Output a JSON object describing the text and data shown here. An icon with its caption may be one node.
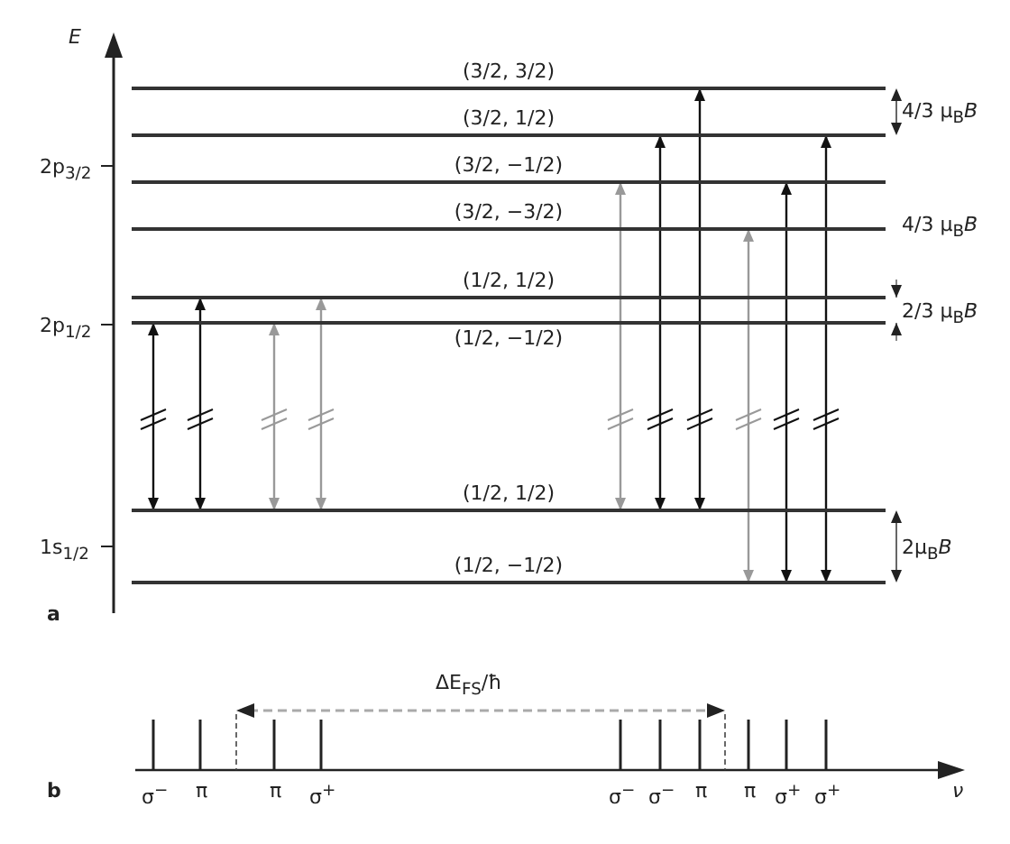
{
  "diagram": {
    "nodes": [
      {
        "text": [
          "(3/2, 3/2)"
        ]
      },
      {
        "text": [
          "(3/2, 1/2)"
        ]
      },
      {
        "text": [
          "(3/2, −1/2)"
        ]
      },
      {
        "text": [
          "(3/2, −3/2)"
        ]
      },
      {
        "text": [
          "(1/2, 1/2)"
        ]
      },
      {
        "text": [
          "(1/2, −1/2)"
        ]
      },
      {
        "text": [
          "(1/2, 1/2)"
        ]
      },
      {
        "text": [
          "(1/2, −1/2)"
        ]
      }
    ],
    "edges": [
      {
        "from": 5,
        "to": 6,
        "arrow": "both"
      },
      {
        "from": 4,
        "to": 6,
        "arrow": "both"
      },
      {
        "from": 5,
        "to": 6,
        "arrow": "both",
        "color": "#999999"
      },
      {
        "from": 4,
        "to": 6,
        "arrow": "both",
        "color": "#999999"
      },
      {
        "from": 2,
        "to": 6,
        "arrow": "both",
        "color": "#999999"
      },
      {
        "from": 1,
        "to": 6,
        "arrow": "both"
      },
      {
        "from": 0,
        "to": 6,
        "arrow": "both"
      },
      {
        "from": 3,
        "to": 7,
        "arrow": "both",
        "color": "#999999"
      },
      {
        "from": 2,
        "to": 7,
        "arrow": "both"
      },
      {
        "from": 1,
        "to": 7,
        "arrow": "both"
      }
    ],
    "labels": [
      "E",
      "2p$_{3/2}$",
      "4/3 μ$_{B}$*B*",
      "4/3 μ$_{B}$*B*",
      "2p$_{1/2}$",
      "2/3 μ$_{B}$*B*",
      "1s$_{1/2}$",
      "2μ$_{B}$*B*",
      "a",
      "ΔE$_{FS}$/ħ",
      "b",
      "σ$^{−}$",
      "π",
      "π",
      "σ$^{+}$",
      "σ$^{−}$",
      "σ$^{−}$",
      "π",
      "π",
      "σ$^{+}$",
      "σ$^{+}$",
      "ν"
    ]
  }
}
